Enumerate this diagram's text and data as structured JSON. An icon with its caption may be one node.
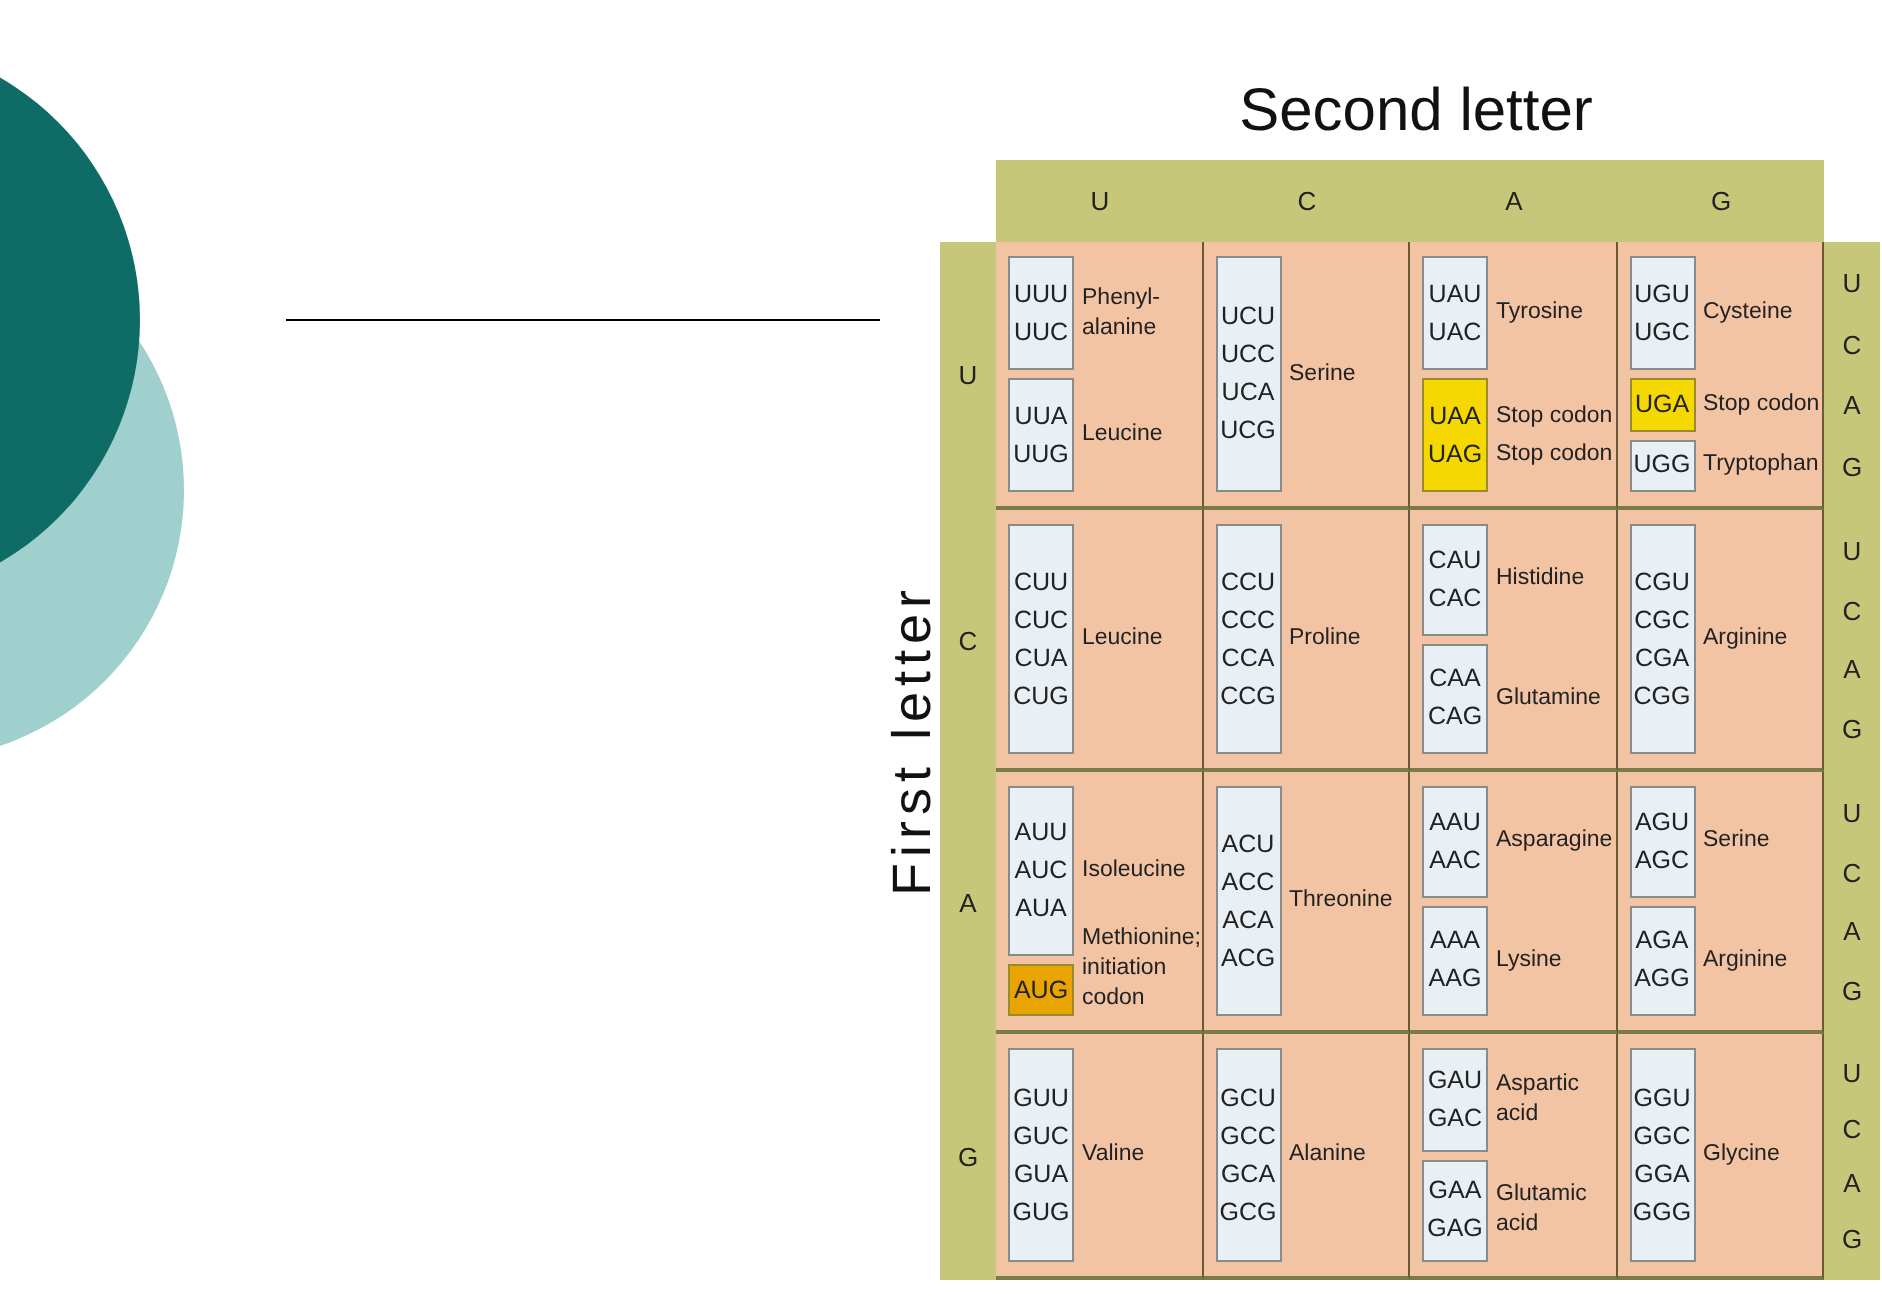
{
  "diagram": {
    "nodes": [
      {
        "text": [
          "UUU",
          "UUC"
        ],
        "beside": [
          "Phenyl- alanine"
        ]
      },
      {
        "text": [
          "UUA",
          "UUG"
        ],
        "beside": [
          "Leucine"
        ]
      },
      {
        "text": [
          "UCU",
          "UCC",
          "UCA",
          "UCG"
        ],
        "beside": [
          "Serine"
        ]
      },
      {
        "text": [
          "UAU",
          "UAC"
        ],
        "beside": [
          "Tyrosine"
        ]
      },
      {
        "text": [
          "UAA",
          "UAG"
        ],
        "beside": [
          "Stop codon",
          "Stop codon"
        ]
      },
      {
        "text": [
          "UGU",
          "UGC"
        ],
        "beside": [
          "Cysteine"
        ]
      },
      {
        "text": [
          "UGA"
        ],
        "beside": [
          "Stop codon"
        ]
      },
      {
        "text": [
          "UGG"
        ],
        "beside": [
          "Tryptophan"
        ]
      },
      {
        "text": [
          "CUU",
          "CUC",
          "CUA",
          "CUG"
        ],
        "beside": [
          "Leucine"
        ]
      },
      {
        "text": [
          "CCU",
          "CCC",
          "CCA",
          "CCG"
        ],
        "beside": [
          "Proline"
        ]
      },
      {
        "text": [
          "CAU",
          "CAC"
        ],
        "beside": [
          "Histidine"
        ]
      },
      {
        "text": [
          "CAA",
          "CAG"
        ],
        "beside": [
          "Glutamine"
        ]
      },
      {
        "text": [
          "CGU",
          "CGC",
          "CGA",
          "CGG"
        ],
        "beside": [
          "Arginine"
        ]
      },
      {
        "text": [
          "AUU",
          "AUC",
          "AUA"
        ],
        "beside": [
          "Isoleucine"
        ]
      },
      {
        "text": [
          "AUG"
        ],
        "beside": [
          "Methionine; initiation codon"
        ]
      },
      {
        "text": [
          "ACU",
          "ACC",
          "ACA",
          "ACG"
        ],
        "beside": [
          "Threonine"
        ]
      },
      {
        "text": [
          "AAU",
          "AAC"
        ],
        "beside": [
          "Asparagine"
        ]
      },
      {
        "text": [
          "AAA",
          "AAG"
        ],
        "beside": [
          "Lysine"
        ]
      },
      {
        "text": [
          "AGU",
          "AGC"
        ],
        "beside": [
          "Serine"
        ]
      },
      {
        "text": [
          "AGA",
          "AGG"
        ],
        "beside": [
          "Arginine"
        ]
      },
      {
        "text": [
          "GUU",
          "GUC",
          "GUA",
          "GUG"
        ],
        "beside": [
          "Valine"
        ]
      },
      {
        "text": [
          "GCU",
          "GCC",
          "GCA",
          "GCG"
        ],
        "beside": [
          "Alanine"
        ]
      },
      {
        "text": [
          "GAU",
          "GAC"
        ],
        "beside": [
          "Aspartic acid"
        ]
      },
      {
        "text": [
          "GAA",
          "GAG"
        ],
        "beside": [
          "Glutamic acid"
        ]
      },
      {
        "text": [
          "GGU",
          "GGC",
          "GGA",
          "GGG"
        ],
        "beside": [
          "Glycine"
        ]
      }
    ],
    "labels": [
      "Second letter",
      "U",
      "C",
      "A",
      "G",
      "First letter",
      "U",
      "C",
      "A",
      "G",
      "U",
      "C",
      "A",
      "G",
      "U",
      "C",
      "A",
      "G",
      "U",
      "C",
      "A",
      "G",
      "U",
      "C",
      "A",
      "G"
    ]
  }
}
